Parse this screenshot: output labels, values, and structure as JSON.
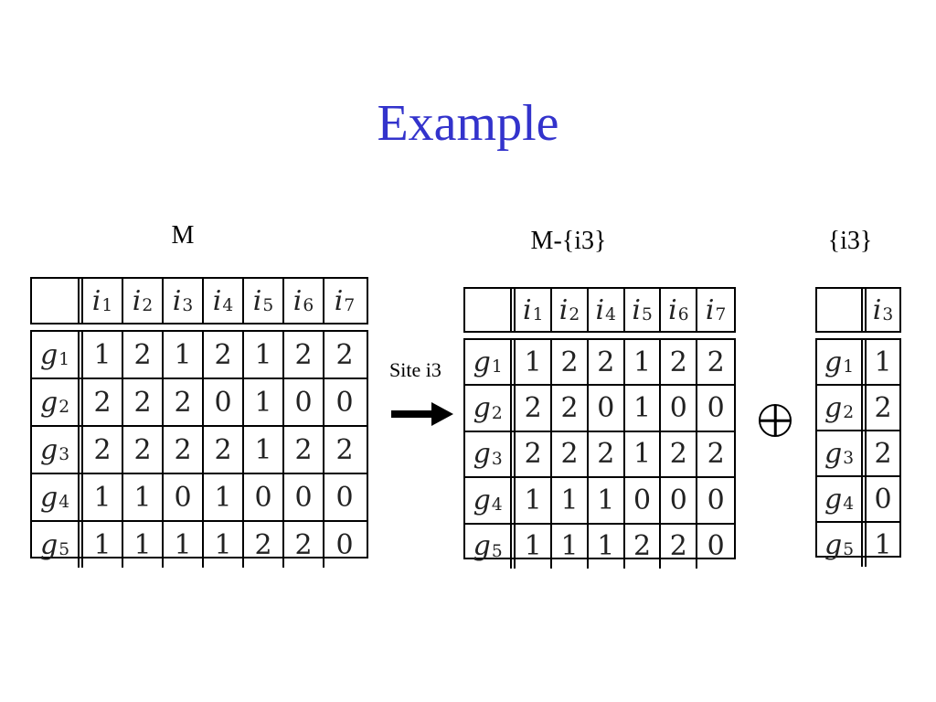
{
  "title": "Example",
  "captions": {
    "m": "M",
    "m_minus": "M-{i3}",
    "site_set": "{i3}"
  },
  "arrow_label": "Site i3",
  "operator_icon": "oplus-icon",
  "title_color": "#3333cc",
  "matrices": {
    "m": {
      "columns": [
        {
          "var": "i",
          "sub": "1"
        },
        {
          "var": "i",
          "sub": "2"
        },
        {
          "var": "i",
          "sub": "3"
        },
        {
          "var": "i",
          "sub": "4"
        },
        {
          "var": "i",
          "sub": "5"
        },
        {
          "var": "i",
          "sub": "6"
        },
        {
          "var": "i",
          "sub": "7"
        }
      ],
      "rows": [
        {
          "var": "g",
          "sub": "1",
          "values": [
            "1",
            "2",
            "1",
            "2",
            "1",
            "2",
            "2"
          ]
        },
        {
          "var": "g",
          "sub": "2",
          "values": [
            "2",
            "2",
            "2",
            "0",
            "1",
            "0",
            "0"
          ]
        },
        {
          "var": "g",
          "sub": "3",
          "values": [
            "2",
            "2",
            "2",
            "2",
            "1",
            "2",
            "2"
          ]
        },
        {
          "var": "g",
          "sub": "4",
          "values": [
            "1",
            "1",
            "0",
            "1",
            "0",
            "0",
            "0"
          ]
        },
        {
          "var": "g",
          "sub": "5",
          "values": [
            "1",
            "1",
            "1",
            "1",
            "2",
            "2",
            "0"
          ]
        }
      ]
    },
    "m_minus": {
      "columns": [
        {
          "var": "i",
          "sub": "1"
        },
        {
          "var": "i",
          "sub": "2"
        },
        {
          "var": "i",
          "sub": "4"
        },
        {
          "var": "i",
          "sub": "5"
        },
        {
          "var": "i",
          "sub": "6"
        },
        {
          "var": "i",
          "sub": "7"
        }
      ],
      "rows": [
        {
          "var": "g",
          "sub": "1",
          "values": [
            "1",
            "2",
            "2",
            "1",
            "2",
            "2"
          ]
        },
        {
          "var": "g",
          "sub": "2",
          "values": [
            "2",
            "2",
            "0",
            "1",
            "0",
            "0"
          ]
        },
        {
          "var": "g",
          "sub": "3",
          "values": [
            "2",
            "2",
            "2",
            "1",
            "2",
            "2"
          ]
        },
        {
          "var": "g",
          "sub": "4",
          "values": [
            "1",
            "1",
            "1",
            "0",
            "0",
            "0"
          ]
        },
        {
          "var": "g",
          "sub": "5",
          "values": [
            "1",
            "1",
            "1",
            "2",
            "2",
            "0"
          ]
        }
      ]
    },
    "site_set": {
      "columns": [
        {
          "var": "i",
          "sub": "3"
        }
      ],
      "rows": [
        {
          "var": "g",
          "sub": "1",
          "values": [
            "1"
          ]
        },
        {
          "var": "g",
          "sub": "2",
          "values": [
            "2"
          ]
        },
        {
          "var": "g",
          "sub": "3",
          "values": [
            "2"
          ]
        },
        {
          "var": "g",
          "sub": "4",
          "values": [
            "0"
          ]
        },
        {
          "var": "g",
          "sub": "5",
          "values": [
            "1"
          ]
        }
      ]
    }
  }
}
